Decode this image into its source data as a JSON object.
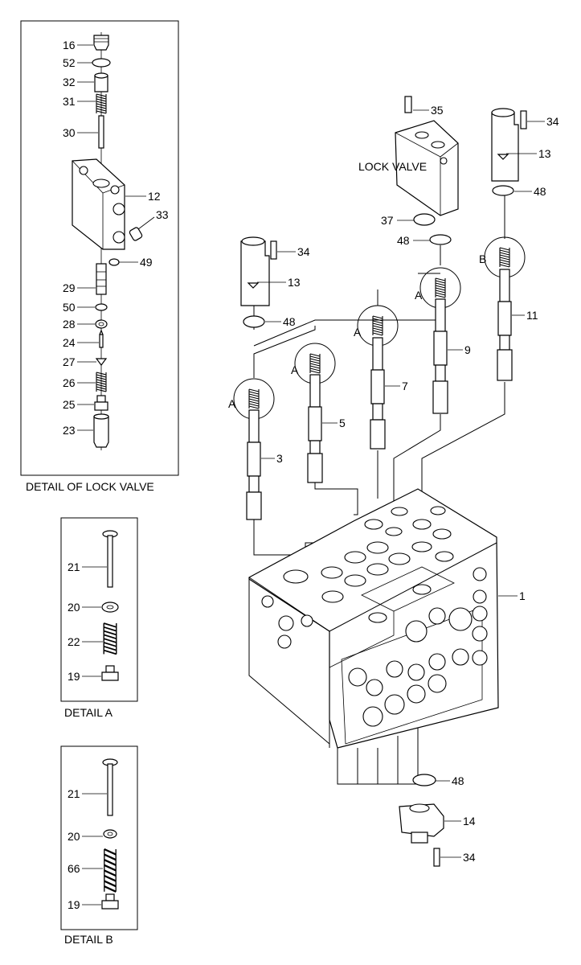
{
  "detail_boxes": {
    "lock_valve_caption": "DETAIL OF LOCK VALVE",
    "detail_a_caption": "DETAIL A",
    "detail_b_caption": "DETAIL B"
  },
  "lock_valve_parts": [
    "16",
    "52",
    "32",
    "31",
    "30",
    "12",
    "33",
    "49",
    "29",
    "50",
    "28",
    "24",
    "27",
    "26",
    "25",
    "23"
  ],
  "detail_a_parts": [
    "21",
    "20",
    "22",
    "19"
  ],
  "detail_b_parts": [
    "21",
    "20",
    "66",
    "19"
  ],
  "main_labels": {
    "lock_valve": "LOCK VALVE",
    "p35": "35",
    "p34_top": "34",
    "p13_top": "13",
    "p48_top": "48",
    "p37": "37",
    "p48_mid": "48",
    "pB": "B",
    "p11": "11",
    "pA9": "A",
    "p9": "9",
    "pA7": "A",
    "p7": "7",
    "pA5": "A",
    "p5": "5",
    "pA3": "A",
    "p3": "3",
    "p34_left": "34",
    "p13_left": "13",
    "p48_left": "48",
    "p1": "1",
    "p48_bottom": "48",
    "p14": "14",
    "p34_bottom": "34"
  }
}
